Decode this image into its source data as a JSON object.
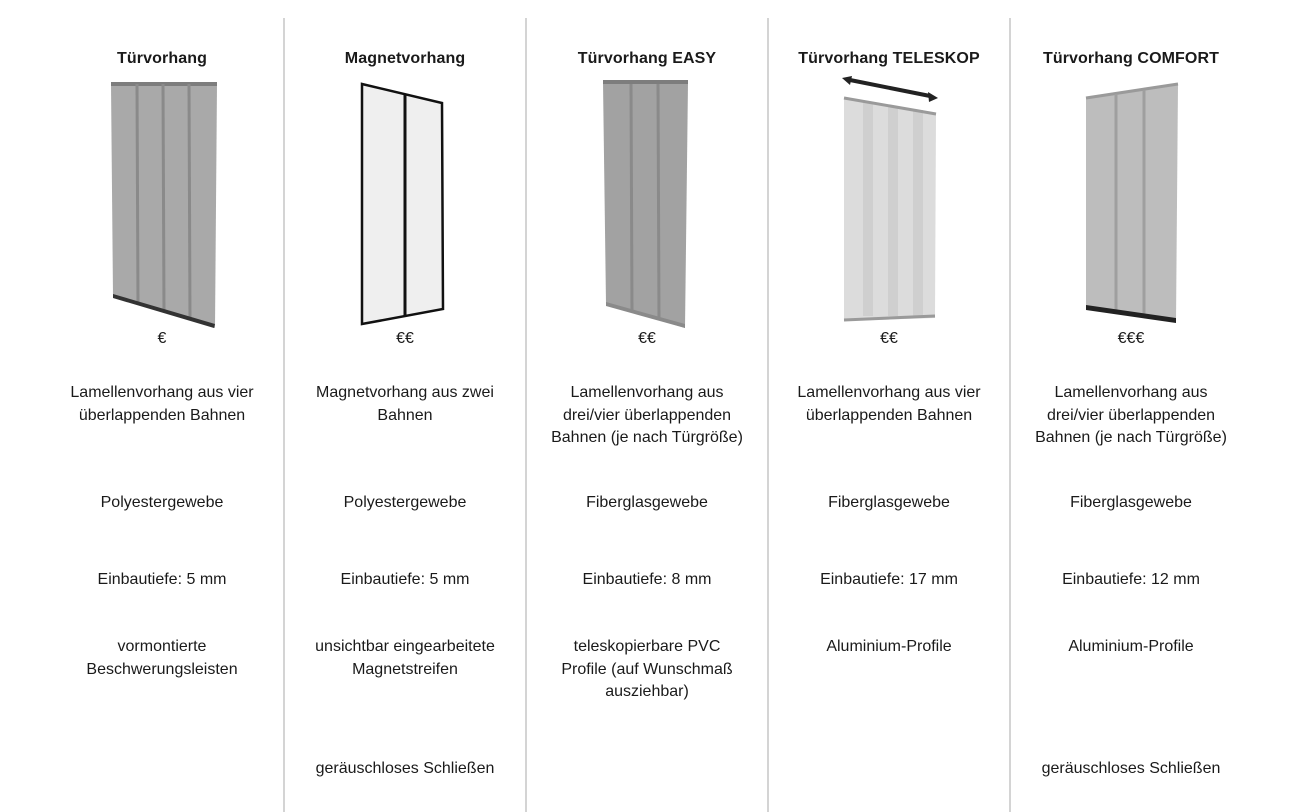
{
  "columns": [
    {
      "title": "Türvorhang",
      "icon": "curtain-four-panel-icon",
      "price": "€",
      "description": [
        "Lamellenvorhang aus vier",
        "überlappenden Bahnen"
      ],
      "material": "Polyestergewebe",
      "depth": "Einbautiefe: 5 mm",
      "feature": [
        "vormontierte",
        "Beschwerungsleisten"
      ],
      "extra": ""
    },
    {
      "title": "Magnetvorhang",
      "icon": "magnetic-curtain-icon",
      "price": "€€",
      "description": [
        "Magnetvorhang aus zwei",
        "Bahnen"
      ],
      "material": "Polyestergewebe",
      "depth": "Einbautiefe: 5 mm",
      "feature": [
        "unsichtbar eingearbeitete",
        "Magnetstreifen"
      ],
      "extra": "geräuschloses Schließen"
    },
    {
      "title": "Türvorhang EASY",
      "icon": "curtain-easy-icon",
      "price": "€€",
      "description": [
        "Lamellenvorhang aus",
        "drei/vier überlappenden",
        "Bahnen (je nach Türgröße)"
      ],
      "material": "Fiberglasgewebe",
      "depth": "Einbautiefe: 8 mm",
      "feature": [
        "teleskopierbare PVC",
        "Profile (auf Wunschmaß",
        "ausziehbar)"
      ],
      "extra": ""
    },
    {
      "title": "Türvorhang TELESKOP",
      "icon": "curtain-telescope-icon",
      "price": "€€",
      "description": [
        "Lamellenvorhang aus vier",
        "überlappenden Bahnen"
      ],
      "material": "Fiberglasgewebe",
      "depth": "Einbautiefe: 17 mm",
      "feature": [
        "Aluminium-Profile"
      ],
      "extra": ""
    },
    {
      "title": "Türvorhang COMFORT",
      "icon": "curtain-comfort-icon",
      "price": "€€€",
      "description": [
        "Lamellenvorhang aus",
        "drei/vier überlappenden",
        "Bahnen (je nach Türgröße)"
      ],
      "material": "Fiberglasgewebe",
      "depth": "Einbautiefe: 12 mm",
      "feature": [
        "Aluminium-Profile"
      ],
      "extra": "geräuschloses Schließen"
    }
  ]
}
